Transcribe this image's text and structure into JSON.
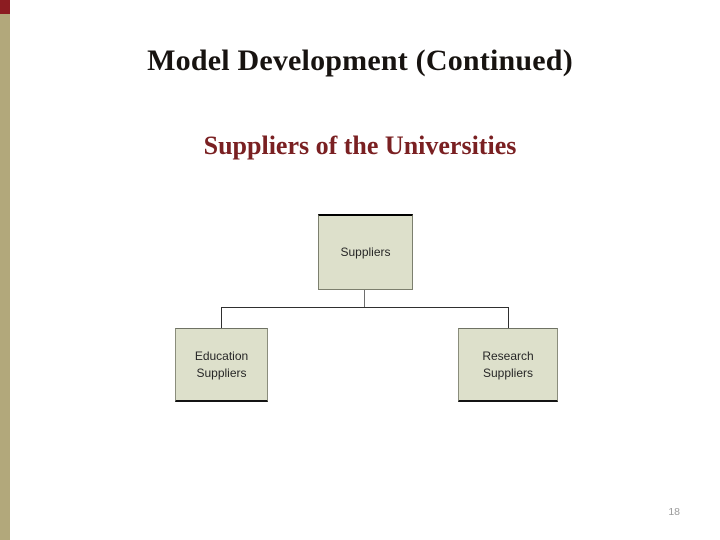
{
  "slide": {
    "title": "Model Development (Continued)",
    "subtitle": "Suppliers of the Universities",
    "page_number": "18"
  },
  "diagram": {
    "type": "org-chart",
    "root_label": "Suppliers",
    "children": [
      {
        "label": "Education Suppliers"
      },
      {
        "label": "Research Suppliers"
      }
    ]
  },
  "colors": {
    "background": "#ffffff",
    "title_text": "#171310",
    "subtitle_text": "#7a2022",
    "box_fill": "#dde0cb",
    "box_border_gray": "#7c7f6e",
    "box_border_dark": "#000000",
    "connector": "#2f2f2f",
    "edge_strip_tan": "#b2a87b",
    "edge_accent_red": "#8c1c21",
    "page_number_text": "#9b9b9b"
  }
}
